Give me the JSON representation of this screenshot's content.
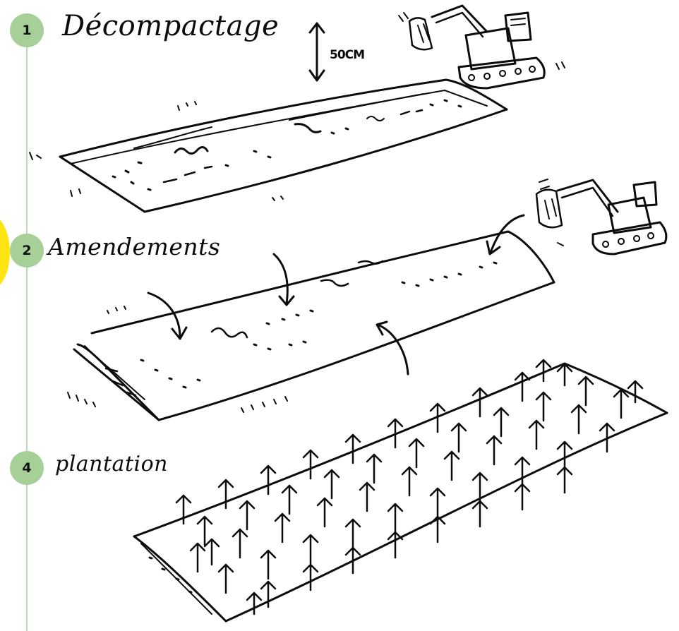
{
  "steps": [
    {
      "number": "1",
      "title": "Décompactage"
    },
    {
      "number": "2",
      "title": "Amendements"
    },
    {
      "number": "4",
      "title": "plantation"
    }
  ],
  "depth_label": "50CM",
  "colors": {
    "badge": "#a7cf98",
    "timeline": "#b9d8b3",
    "highlight": "#ffe414",
    "ink": "#0c0c0c"
  }
}
